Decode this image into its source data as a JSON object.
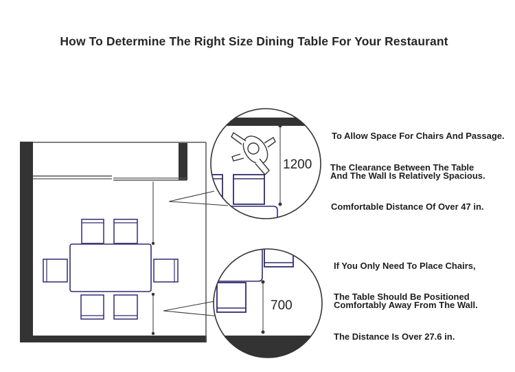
{
  "title": "How To Determine The Right Size Dining Table For Your Restaurant",
  "colors": {
    "wall": "#333333",
    "furniture": "#2f2a6e",
    "line": "#444444"
  },
  "detail_top": {
    "dimension": "1200",
    "notes": [
      "To Allow Space For Chairs And Passage.",
      "The Clearance Between The Table",
      "And The Wall Is Relatively Spacious.",
      "Comfortable Distance Of Over 47 in."
    ]
  },
  "detail_bottom": {
    "dimension": "700",
    "notes": [
      "If You Only Need To Place Chairs,",
      "The Table Should Be Positioned",
      "Comfortably Away From The Wall.",
      "The Distance Is Over 27.6 in."
    ]
  }
}
